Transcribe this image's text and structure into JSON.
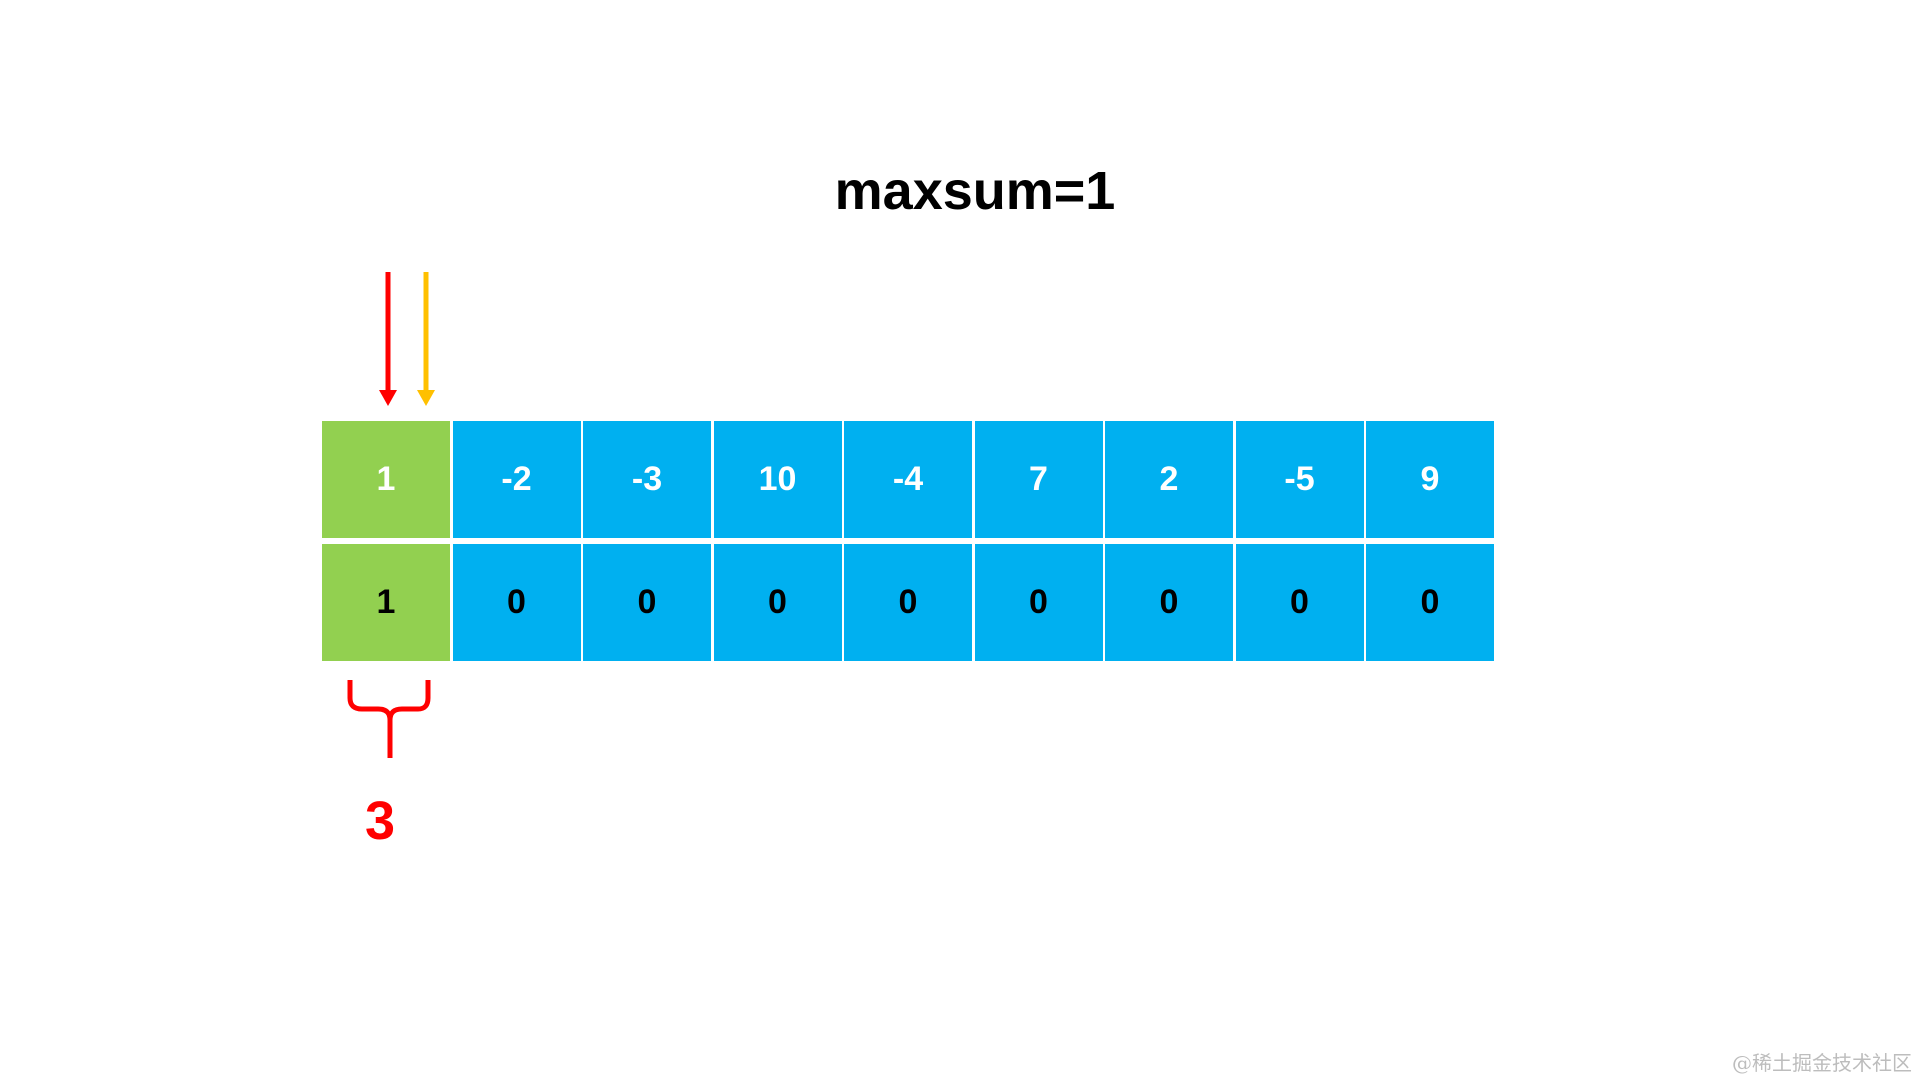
{
  "title": "maxsum=1",
  "values_row": [
    "1",
    "-2",
    "-3",
    "10",
    "-4",
    "7",
    "2",
    "-5",
    "9"
  ],
  "sums_row": [
    "1",
    "0",
    "0",
    "0",
    "0",
    "0",
    "0",
    "0",
    "0"
  ],
  "highlight_index": 0,
  "brace_label": "3",
  "watermark": "@稀土掘金技术社区",
  "colors": {
    "cell": "#00b0f0",
    "highlight": "#92d050",
    "arrow_primary": "#ff0000",
    "arrow_secondary": "#ffc000",
    "brace": "#ff0000"
  }
}
